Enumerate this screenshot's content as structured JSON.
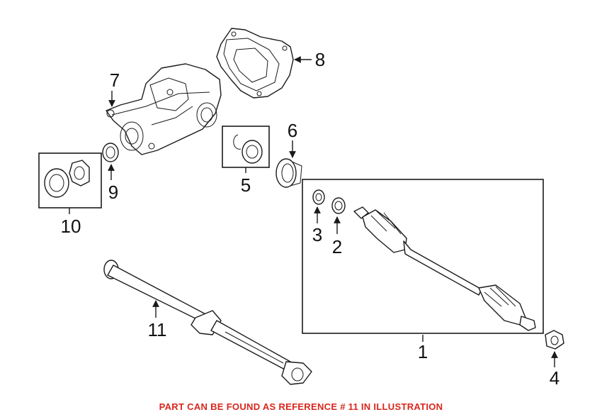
{
  "callouts": {
    "c1": "1",
    "c2": "2",
    "c3": "3",
    "c4": "4",
    "c5": "5",
    "c6": "6",
    "c7": "7",
    "c8": "8",
    "c9": "9",
    "c10": "10",
    "c11": "11"
  },
  "footer": {
    "note": "PART CAN BE FOUND AS REFERENCE # 11 IN ILLUSTRATION"
  },
  "colors": {
    "note": "#d9261c",
    "line": "#1a1a1a"
  }
}
